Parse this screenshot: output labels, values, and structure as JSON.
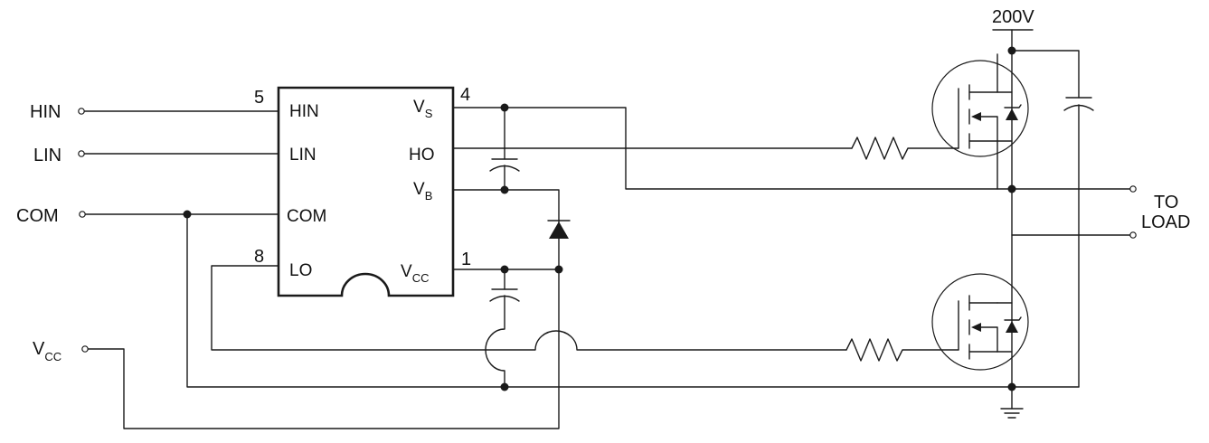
{
  "inputs": {
    "hin": "HIN",
    "lin": "LIN",
    "com": "COM",
    "vcc_main": "V",
    "vcc_sub": "CC"
  },
  "chip": {
    "left_pins": [
      "HIN",
      "LIN",
      "COM",
      "LO"
    ],
    "vs_main": "V",
    "vs_sub": "S",
    "ho": "HO",
    "vb_main": "V",
    "vb_sub": "B",
    "vcc_main": "V",
    "vcc_sub": "CC",
    "pin_numbers": {
      "hin": "5",
      "lo": "8",
      "vs": "4",
      "vcc": "1"
    }
  },
  "supply": {
    "label": "200V"
  },
  "output": {
    "line1": "TO",
    "line2": "LOAD"
  }
}
